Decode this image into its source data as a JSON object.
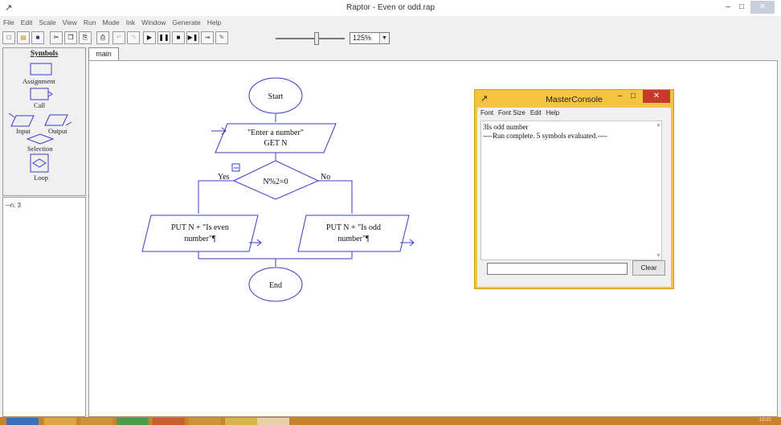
{
  "window": {
    "title": "Raptor - Even or odd.rap",
    "minimize_label": "–",
    "maximize_label": "□",
    "close_label": "✕"
  },
  "menu": [
    "File",
    "Edit",
    "Scale",
    "View",
    "Run",
    "Mode",
    "Ink",
    "Window",
    "Generate",
    "Help"
  ],
  "toolbar": {
    "zoom_value": "125%",
    "speed_fraction": 0.6
  },
  "symbols_panel": {
    "title": "Symbols",
    "items": [
      "Assignment",
      "Call",
      "Input",
      "Output",
      "Selection",
      "Loop"
    ]
  },
  "variables": {
    "items": [
      "─n: 3"
    ]
  },
  "tabs": [
    "main"
  ],
  "flowchart": {
    "start_label": "Start",
    "input_line1": "\"Enter a number\"",
    "input_line2": "GET N",
    "decision_label": "N%2=0",
    "yes_label": "Yes",
    "no_label": "No",
    "even_line1": "PUT N + \"Is even",
    "even_line2": "number\"¶",
    "odd_line1": "PUT N + \"Is odd",
    "odd_line2": "number\"¶",
    "end_label": "End"
  },
  "console": {
    "title": "MasterConsole",
    "menu": [
      "Font",
      "Font Size",
      "Edit",
      "Help"
    ],
    "lines": [
      "3Is odd number",
      "----Run complete.  5 symbols evaluated.----"
    ],
    "input_value": "",
    "clear_label": "Clear"
  },
  "taskbar": {
    "clock": "15:22"
  },
  "colors": {
    "flow_stroke": "#3b3bc4",
    "console_frame": "#f5c342",
    "close_button": "#c7382d",
    "taskbar": "#c8842a"
  }
}
